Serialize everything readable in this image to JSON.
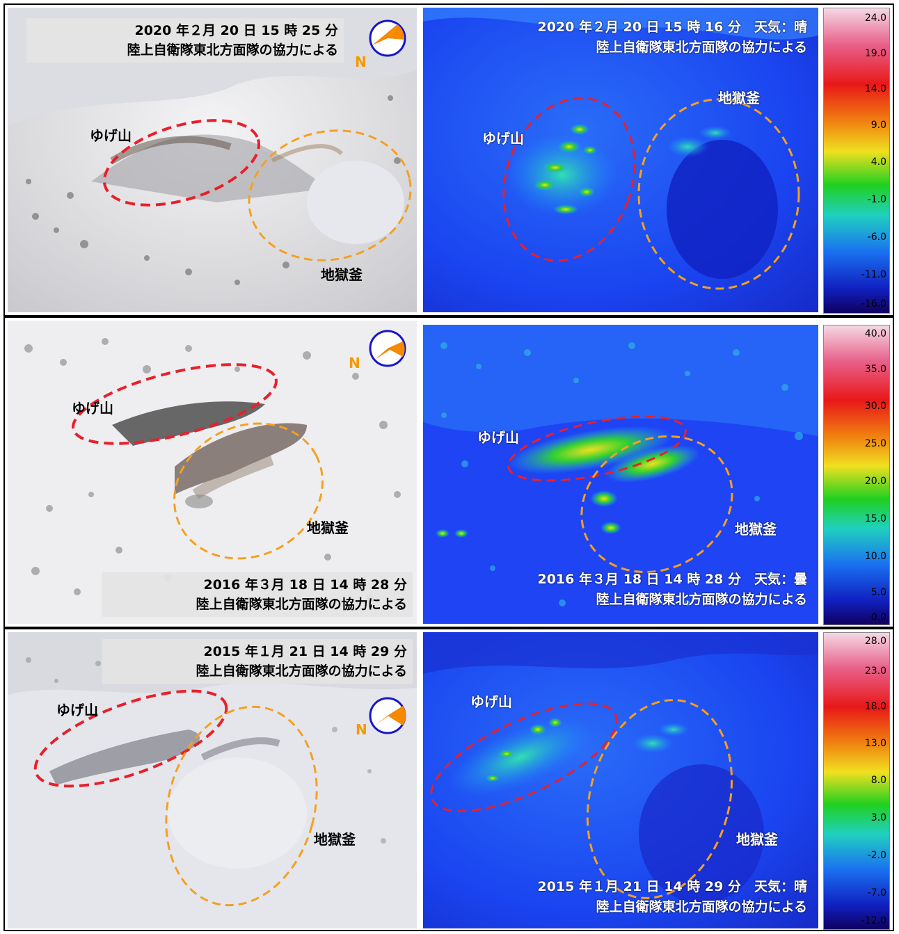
{
  "labels": {
    "yuge": "ゆげ山",
    "jigoku": "地獄釜",
    "north": "N"
  },
  "panels": [
    {
      "photo_date": "2020 年２月 20 日 15 時 25 分",
      "photo_credit": "陸上自衛隊東北方面隊の協力による",
      "thermal_date": "2020 年２月 20 日 15 時 16 分　天気：晴",
      "thermal_credit": "陸上自衛隊東北方面隊の協力による",
      "scale_ticks": [
        "24.0",
        "19.0",
        "14.0",
        "9.0",
        "4.0",
        "-1.0",
        "-6.0",
        "-11.0",
        "-16.0"
      ]
    },
    {
      "photo_date": "2016 年３月 18 日 14 時 28 分",
      "photo_credit": "陸上自衛隊東北方面隊の協力による",
      "thermal_date": "2016 年３月 18 日 14 時 28 分　天気：曇",
      "thermal_credit": "陸上自衛隊東北方面隊の協力による",
      "scale_ticks": [
        "40.0",
        "35.0",
        "30.0",
        "25.0",
        "20.0",
        "15.0",
        "10.0",
        "5.0",
        "0.0"
      ]
    },
    {
      "photo_date": "2015 年１月 21 日 14 時 29 分",
      "photo_credit": "陸上自衛隊東北方面隊の協力による",
      "thermal_date": "2015 年１月 21 日 14 時 29 分　天気：晴",
      "thermal_credit": "陸上自衛隊東北方面隊の協力による",
      "scale_ticks": [
        "28.0",
        "23.0",
        "18.0",
        "13.0",
        "8.0",
        "3.0",
        "-2.0",
        "-7.0",
        "-12.0"
      ]
    }
  ],
  "colors": {
    "yuge_outline": "#e8202a",
    "jigoku_outline": "#f5a020",
    "thermal_base": "#1a3cff",
    "compass_fill": "#f58a00",
    "compass_ring": "#1616c8"
  }
}
